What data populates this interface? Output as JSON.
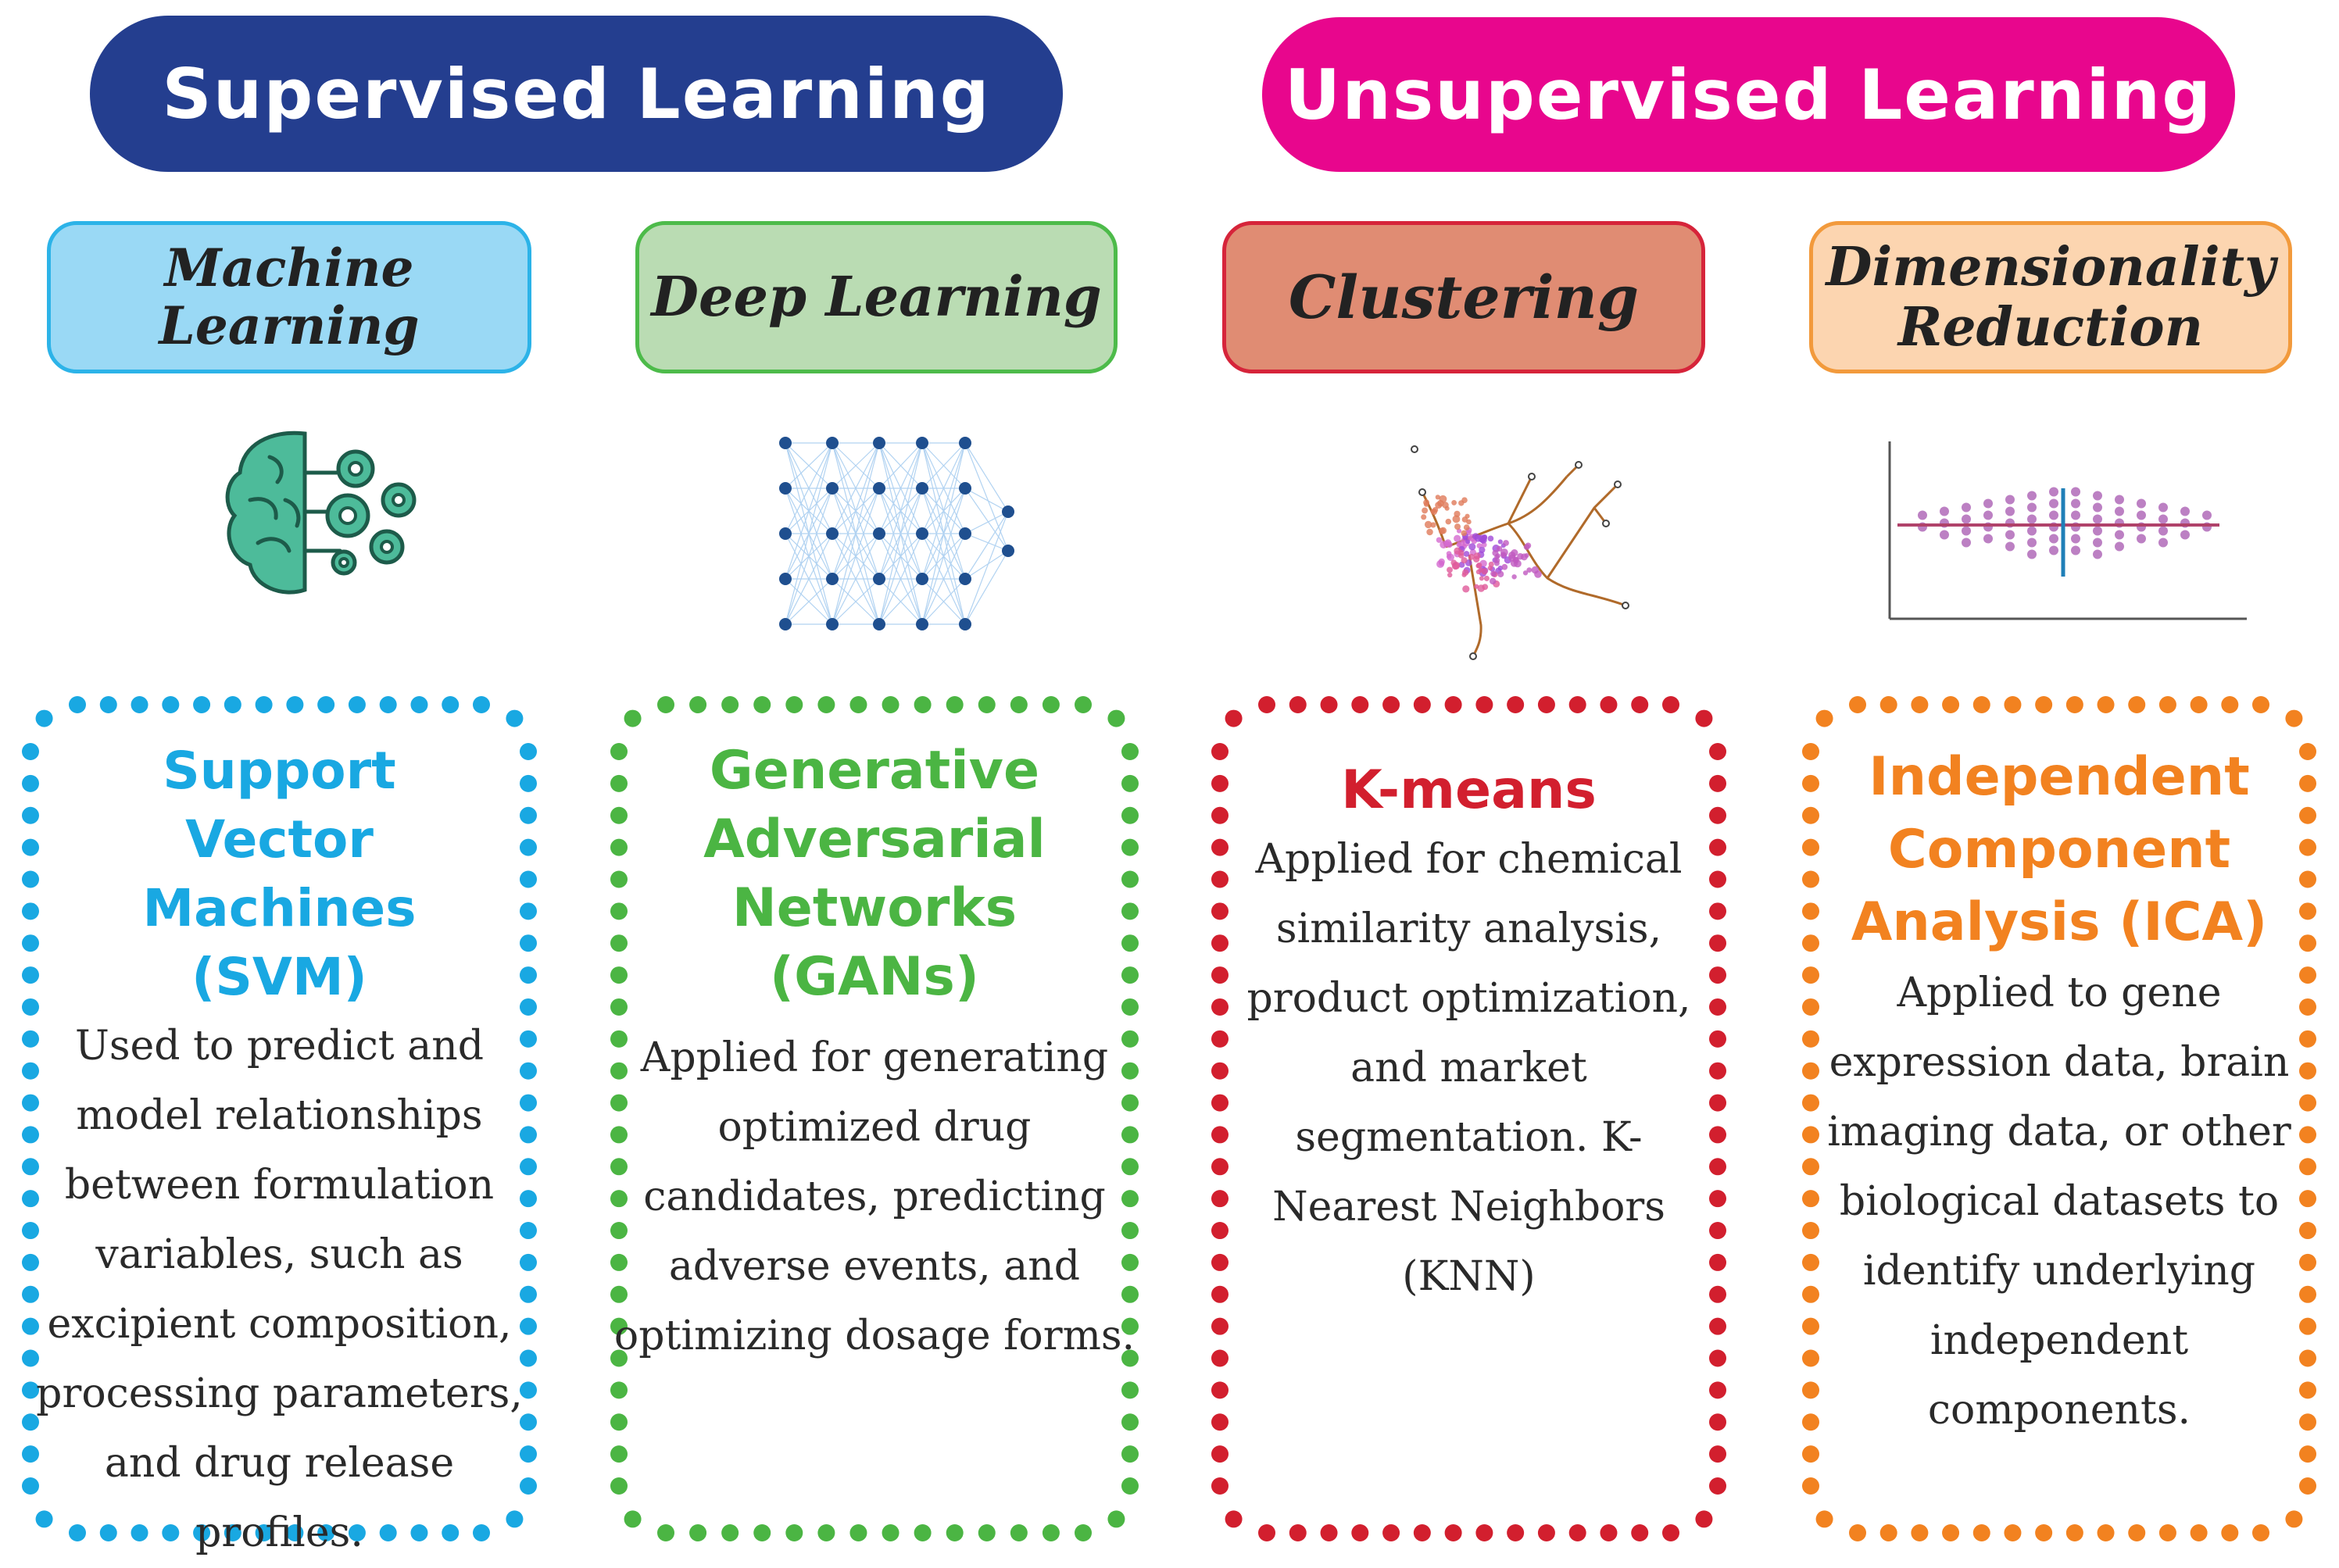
{
  "headers": {
    "supervised": "Supervised Learning",
    "unsupervised": "Unsupervised Learning"
  },
  "categories": {
    "machine_learning": "Machine Learning",
    "deep_learning": "Deep Learning",
    "clustering": "Clustering",
    "dimensionality_reduction_line1": "Dimensionality",
    "dimensionality_reduction_line2": "Reduction"
  },
  "cards": {
    "svm": {
      "title": [
        "Support",
        "Vector",
        "Machines",
        "(SVM)"
      ],
      "text": [
        "Used to predict and",
        "model relationships",
        "between formulation",
        "variables, such as",
        "excipient composition,",
        "processing parameters,",
        "and drug release profiles."
      ],
      "color": "#19a8e2"
    },
    "gan": {
      "title": [
        "Generative",
        "Adversarial",
        "Networks",
        "(GANs)"
      ],
      "text": [
        "Applied for generating",
        "optimized drug",
        "candidates, predicting",
        "adverse events, and",
        "optimizing dosage forms."
      ],
      "color": "#4bb543"
    },
    "kmeans": {
      "title": [
        "K-means"
      ],
      "text": [
        "Applied for chemical",
        "similarity analysis,",
        "product optimization,",
        "and market",
        "segmentation. K-",
        "Nearest Neighbors",
        "(KNN)"
      ],
      "color": "#d21f2e"
    },
    "ica": {
      "title": [
        "Independent",
        "Component",
        "Analysis (ICA)"
      ],
      "text": [
        "Applied to gene",
        "expression data, brain",
        "imaging data, or other",
        "biological datasets to",
        "identify underlying",
        "independent",
        "components."
      ],
      "color": "#f28220"
    }
  },
  "icons": [
    "brain-gears-icon",
    "neural-network-icon",
    "cluster-tree-icon",
    "pca-scatter-icon"
  ]
}
